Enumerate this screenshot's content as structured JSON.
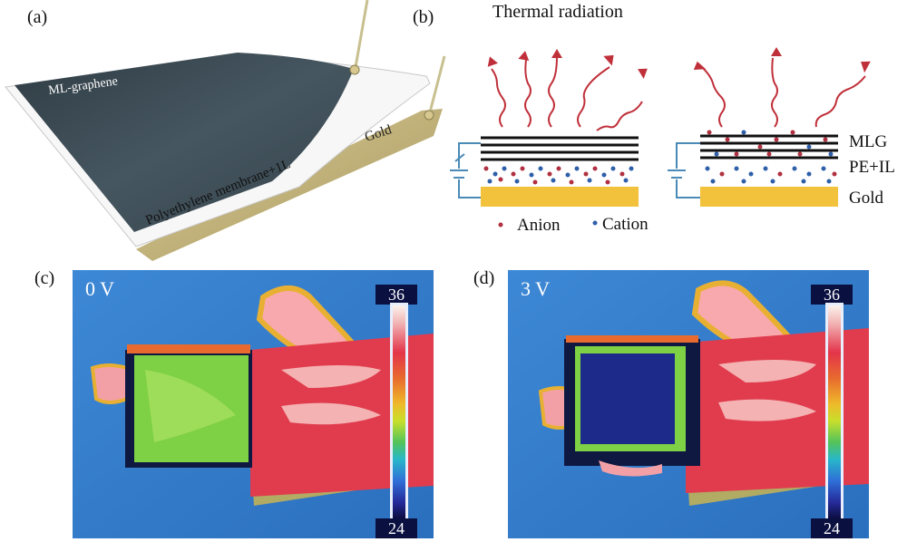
{
  "panels": {
    "a": {
      "label": "(a)",
      "layer_labels": [
        "ML-graphene",
        "Polyethylene membrane+1L",
        "Gold"
      ]
    },
    "b": {
      "label": "(b)",
      "title": "Thermal radiation",
      "layer_labels": [
        "MLG",
        "PE+IL",
        "Gold"
      ],
      "legend": [
        "Anion",
        "Cation"
      ]
    },
    "c": {
      "label": "(c)",
      "voltage": "0 V",
      "colorbar_max": "36",
      "colorbar_min": "24"
    },
    "d": {
      "label": "(d)",
      "voltage": "3 V",
      "colorbar_max": "36",
      "colorbar_min": "24"
    }
  },
  "colors": {
    "graphene": "#3d4a52",
    "gold": "#f2c23c",
    "radiation_arrow": "#c0303a",
    "anion": "#b03040",
    "cation": "#2e5fa8",
    "thermal_background": "#2f78c8",
    "hand": "#e24a5a"
  }
}
